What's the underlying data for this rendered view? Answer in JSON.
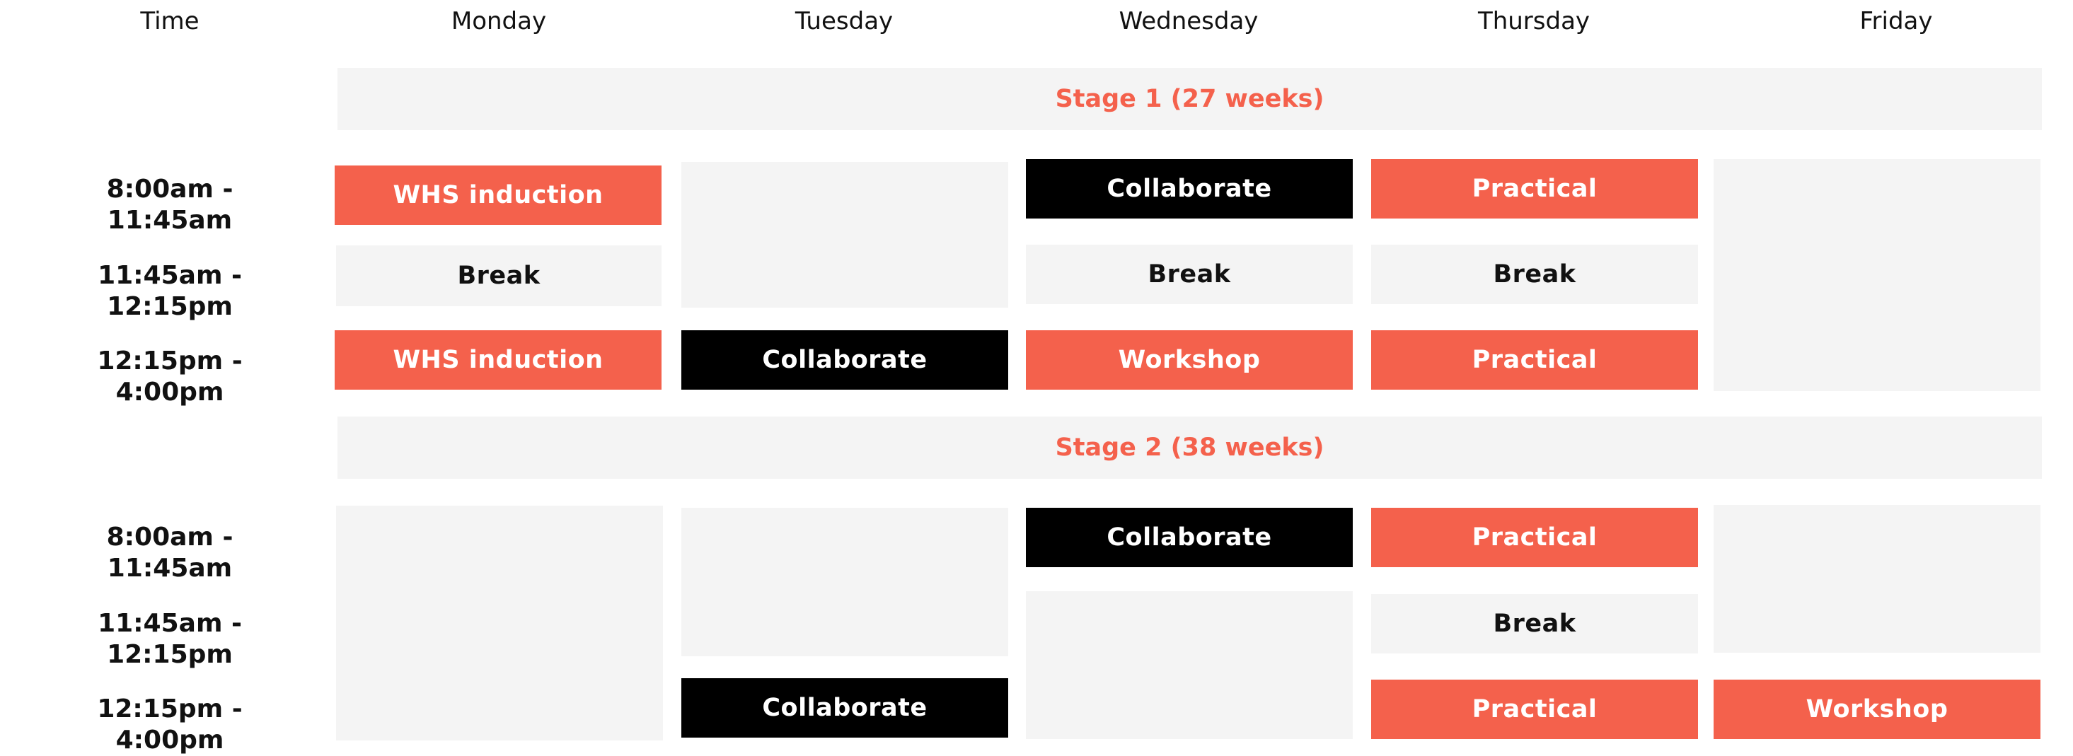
{
  "headers": {
    "time": "Time",
    "monday": "Monday",
    "tuesday": "Tuesday",
    "wednesday": "Wednesday",
    "thursday": "Thursday",
    "friday": "Friday"
  },
  "stage1": {
    "title": "Stage 1 (27 weeks)",
    "times": [
      "8:00am - 11:45am",
      "11:45am - 12:15pm",
      "12:15pm - 4:00pm"
    ],
    "monday": [
      "WHS induction",
      "Break",
      "WHS induction"
    ],
    "tuesday": [
      "Collaborate"
    ],
    "wednesday": [
      "Collaborate",
      "Break",
      "Workshop"
    ],
    "thursday": [
      "Practical",
      "Break",
      "Practical"
    ]
  },
  "stage2": {
    "title": "Stage 2 (38 weeks)",
    "times": [
      "8:00am - 11:45am",
      "11:45am - 12:15pm",
      "12:15pm - 4:00pm"
    ],
    "tuesday": [
      "Collaborate"
    ],
    "wednesday": [
      "Collaborate"
    ],
    "thursday": [
      "Practical",
      "Break",
      "Practical"
    ],
    "friday": [
      "Workshop"
    ]
  },
  "colors": {
    "accent": "#f4614c",
    "dark": "#000000",
    "light_grey": "#f4f4f4"
  }
}
